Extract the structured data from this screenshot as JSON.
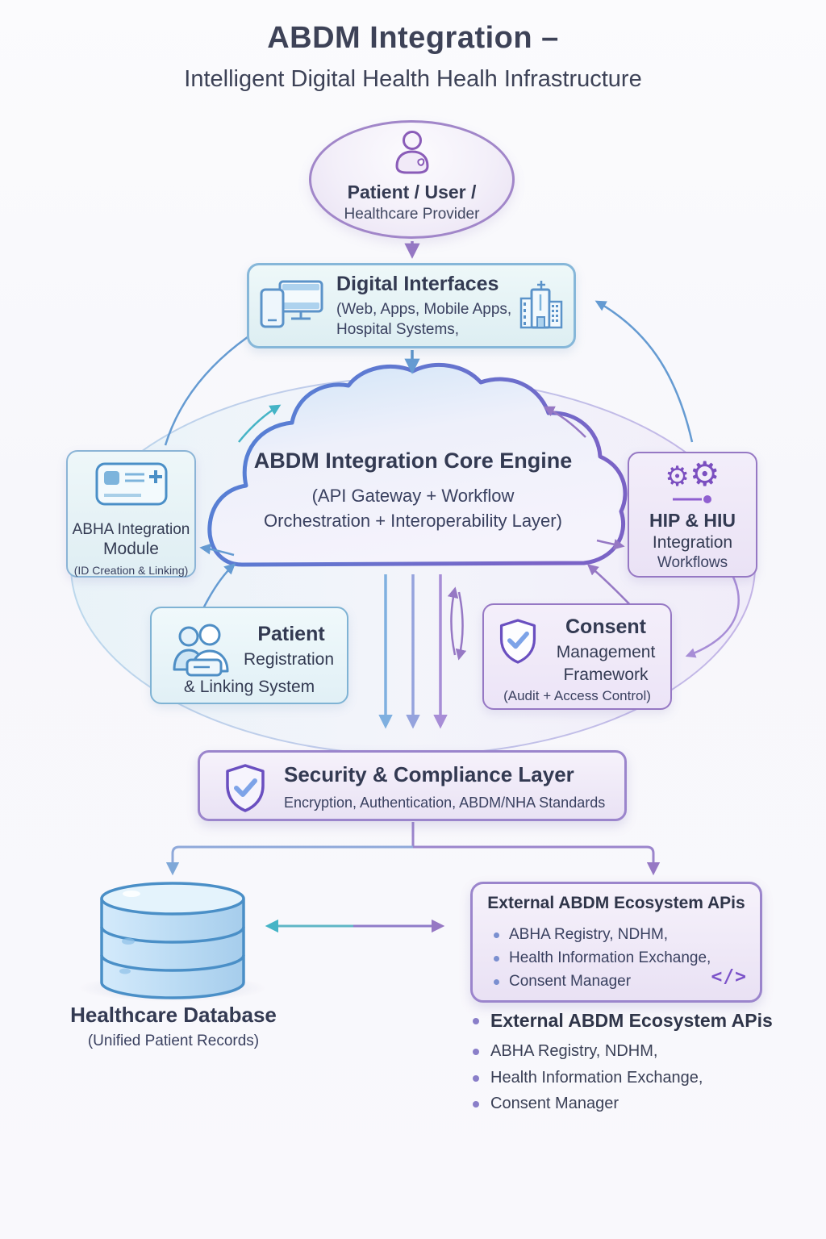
{
  "header": {
    "title": "ABDM Integration –",
    "subtitle": "Intelligent Digital Health Healh Infrastructure"
  },
  "actor": {
    "line1": "Patient / User /",
    "line2": "Healthcare Provider"
  },
  "digital_interfaces": {
    "title": "Digital Interfaces",
    "subtitle1": "(Web, Apps, Mobile Apps,",
    "subtitle2": "Hospital Systems,"
  },
  "core_engine": {
    "title": "ABDM Integration Core Engine",
    "subtitle1": "(API Gateway + Workflow",
    "subtitle2": "Orchestration + Interoperability Layer)"
  },
  "abha_module": {
    "line1": "ABHA Integration",
    "line2": "Module",
    "note": "(ID Creation & Linking)"
  },
  "hip_hiu": {
    "line1": "HIP & HIU",
    "line2": "Integration",
    "line3": "Workflows",
    "gear_glyph": "⚙"
  },
  "patient_registration": {
    "line1": "Patient",
    "line2": "Registration",
    "line3": "& Linking System"
  },
  "consent": {
    "line1": "Consent",
    "line2": "Management",
    "line3": "Framework",
    "note": "(Audit + Access Control)"
  },
  "security": {
    "title": "Security & Compliance Layer",
    "subtitle": "Encryption, Authentication, ABDM/NHA Standards"
  },
  "database": {
    "title": "Healthcare Database",
    "subtitle": "(Unified Patient Records)"
  },
  "external_apis": {
    "title": "External ABDM Ecosystem APis",
    "bullets": [
      "ABHA Registry, NDHM,",
      "Health Information Exchange,",
      "Consent Manager"
    ],
    "code_glyph": "</>"
  },
  "footer_list": {
    "items": [
      "External ABDM Ecosystem APis",
      "ABHA Registry, NDHM,",
      "Health Information Exchange,",
      "Consent Manager"
    ]
  },
  "colors": {
    "blue_border": "#86b7d9",
    "purple_border": "#9b85cc",
    "teal_arrow": "#45b4c6",
    "cloud_stroke_start": "#4e86d8",
    "cloud_stroke_end": "#7a63c6",
    "text_dark": "#2f3549",
    "db_outline": "#4a8fc7"
  }
}
